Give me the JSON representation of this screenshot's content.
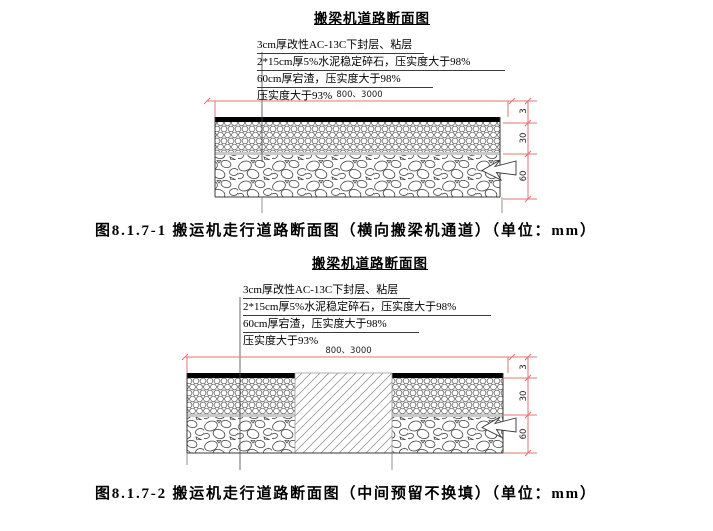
{
  "doc": {
    "unit_note": "mm",
    "colors": {
      "dimension_line": "#e57373",
      "drawing_line": "#3a3a3a",
      "hatch_gray": "#999999"
    }
  },
  "figures": [
    {
      "title": "搬梁机道路断面图",
      "annotations": [
        "3cm厚改性AC-13C下封层、粘层",
        "2*15cm厚5%水泥稳定碎石，压实度大于98%",
        "60cm厚宕渣，压实度大于98%",
        "压实度大于93%"
      ],
      "span_dim": "800、3000",
      "layer_dims": [
        "3",
        "30",
        "60"
      ],
      "caption": "图8.1.7-1  搬运机走行道路断面图（横向搬梁机通道）（单位：mm）"
    },
    {
      "title": "搬梁机道路断面图",
      "annotations": [
        "3cm厚改性AC-13C下封层、粘层",
        "2*15cm厚5%水泥稳定碎石，压实度大于98%",
        "60cm厚宕渣，压实度大于98%",
        "压实度大于93%"
      ],
      "span_dim": "800、3000",
      "layer_dims": [
        "3",
        "30",
        "60"
      ],
      "caption": "图8.1.7-2  搬运机走行道路断面图（中间预留不换填）（单位：mm）"
    }
  ]
}
